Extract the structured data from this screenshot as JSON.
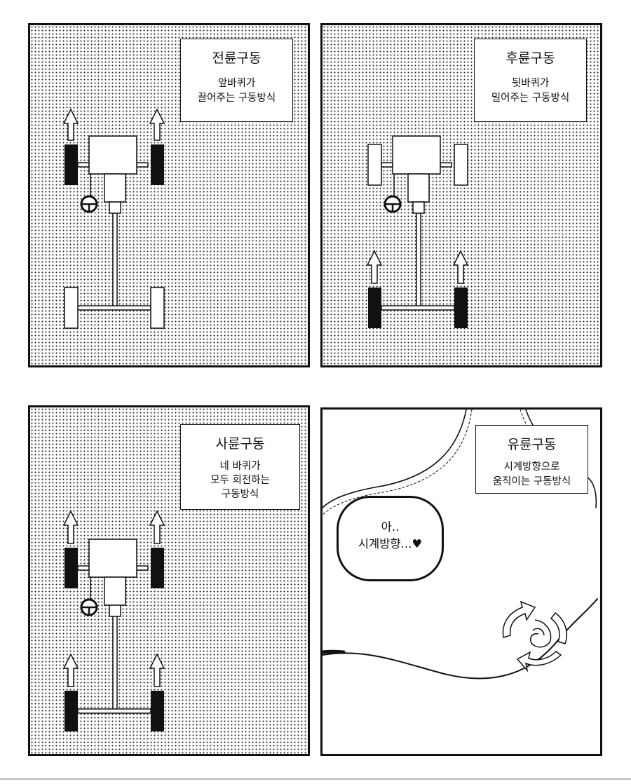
{
  "panels": [
    {
      "id": "front-wheel-drive",
      "title": "전륜구동",
      "body": [
        "앞바퀴가",
        "끌어주는 구동방식"
      ]
    },
    {
      "id": "rear-wheel-drive",
      "title": "후륜구동",
      "body": [
        "뒷바퀴가",
        "밀어주는 구동방식"
      ]
    },
    {
      "id": "four-wheel-drive",
      "title": "사륜구동",
      "body": [
        "네 바퀴가",
        "모두 회전하는",
        "구동방식"
      ]
    },
    {
      "id": "milk-drive",
      "title": "유륜구동",
      "body": [
        "시계방향으로",
        "움직이는 구동방식"
      ],
      "speech": [
        "아..",
        "시계방향...♥"
      ]
    }
  ],
  "colors": {
    "ink": "#111111",
    "paper": "#ffffff",
    "screentone": "#222222"
  }
}
